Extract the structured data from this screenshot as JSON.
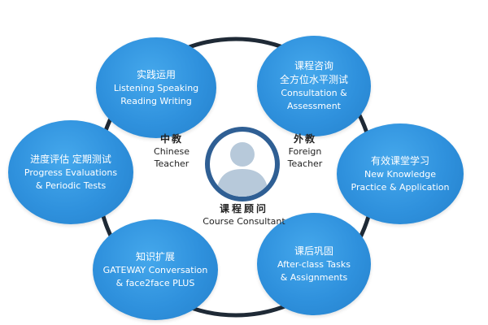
{
  "nodes": [
    {
      "title": "实践运用",
      "lines": [
        "Listening  Speaking",
        "Reading  Writing"
      ]
    },
    {
      "title": "课程咨询",
      "title2": "全方位水平测试",
      "lines": [
        "Consultation &",
        "Assessment"
      ]
    },
    {
      "title": "有效课堂学习",
      "lines": [
        "New Knowledge",
        "Practice & Application"
      ]
    },
    {
      "title": "课后巩固",
      "lines": [
        "After-class Tasks",
        "& Assignments"
      ]
    },
    {
      "title": "知识扩展",
      "lines": [
        "GATEWAY Conversation",
        "& face2face PLUS"
      ]
    },
    {
      "title": "进度评估  定期测试",
      "lines": [
        "Progress Evaluations",
        "& Periodic Tests"
      ]
    }
  ],
  "chinese_teacher": {
    "cn": "中教",
    "en1": "Chinese",
    "en2": "Teacher"
  },
  "foreign_teacher": {
    "cn": "外教",
    "en1": "Foreign",
    "en2": "Teacher"
  },
  "consultant": {
    "cn": "课程顾问",
    "en": "Course Consultant"
  },
  "colors": {
    "node": "#2f91dd",
    "ring": "#1f2a36",
    "avatar_ring": "#2f5f94",
    "avatar_fill": "#b7c9da"
  },
  "icons": {
    "center": "person-avatar-icon"
  }
}
